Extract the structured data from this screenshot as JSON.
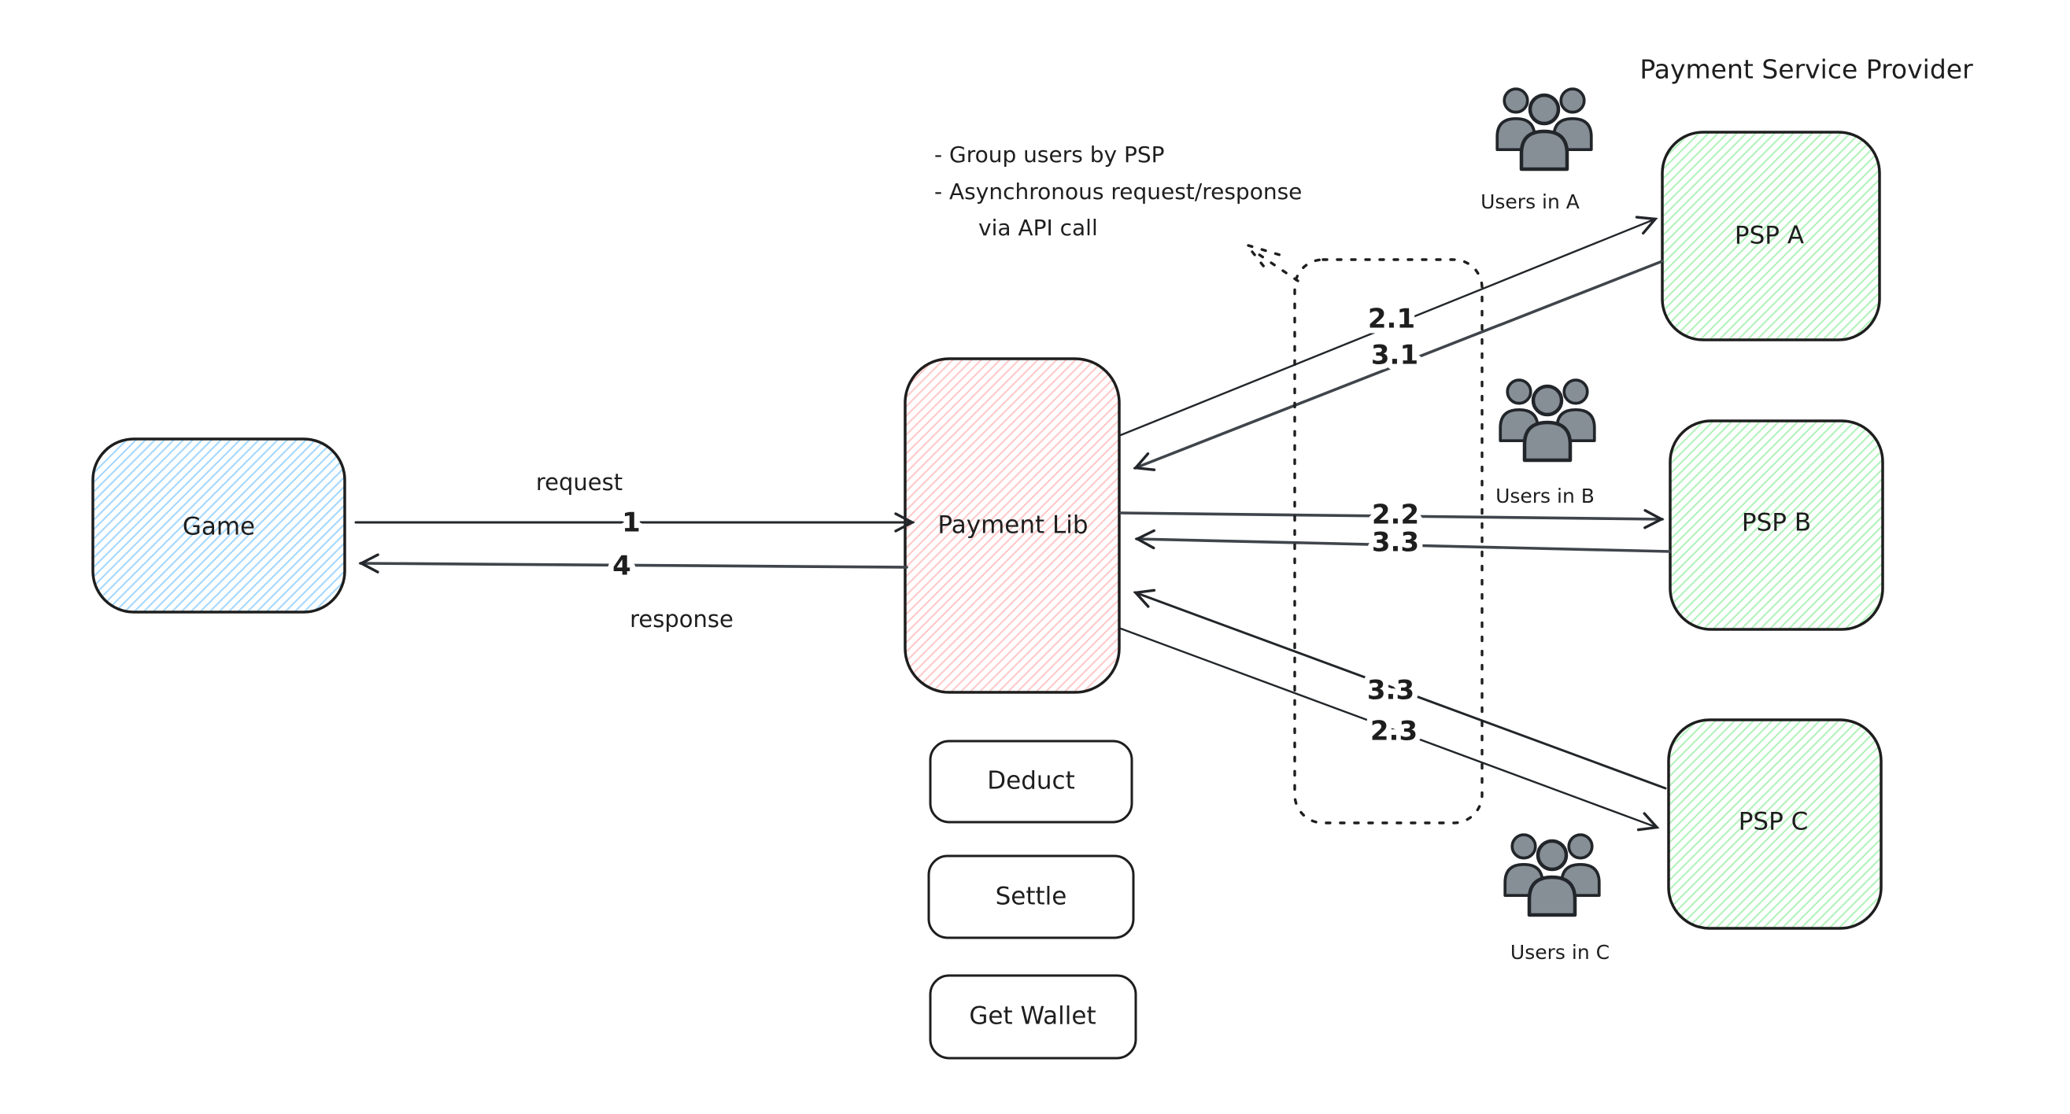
{
  "title": "Payment Service Provider",
  "notes": {
    "line1": "- Group users by PSP",
    "line2": "- Asynchronous request/response",
    "line3": "via API call"
  },
  "nodes": {
    "game": {
      "label": "Game"
    },
    "payment_lib": {
      "label": "Payment Lib"
    },
    "psp_a": {
      "label": "PSP A"
    },
    "psp_b": {
      "label": "PSP B"
    },
    "psp_c": {
      "label": "PSP C"
    }
  },
  "user_groups": {
    "a": {
      "label": "Users in A"
    },
    "b": {
      "label": "Users in B"
    },
    "c": {
      "label": "Users in C"
    }
  },
  "edges": {
    "request": {
      "label": "request",
      "step": "1"
    },
    "response": {
      "label": "response",
      "step": "4"
    },
    "to_psp_a": {
      "step": "2.1"
    },
    "from_psp_a": {
      "step": "3.1"
    },
    "to_psp_b": {
      "step": "2.2"
    },
    "from_psp_b": {
      "step": "3.3"
    },
    "from_psp_c": {
      "step": "3.3"
    },
    "to_psp_c": {
      "step": "2.3"
    }
  },
  "actions": {
    "deduct": "Deduct",
    "settle": "Settle",
    "get_wallet": "Get Wallet"
  },
  "colors": {
    "stroke": "#1e1e1e",
    "game_fill": "#a5d8ff",
    "payment_lib_fill": "#ffc9c9",
    "psp_fill": "#b2f2bb",
    "users_icon_fill": "#868e96",
    "background": "#ffffff"
  }
}
